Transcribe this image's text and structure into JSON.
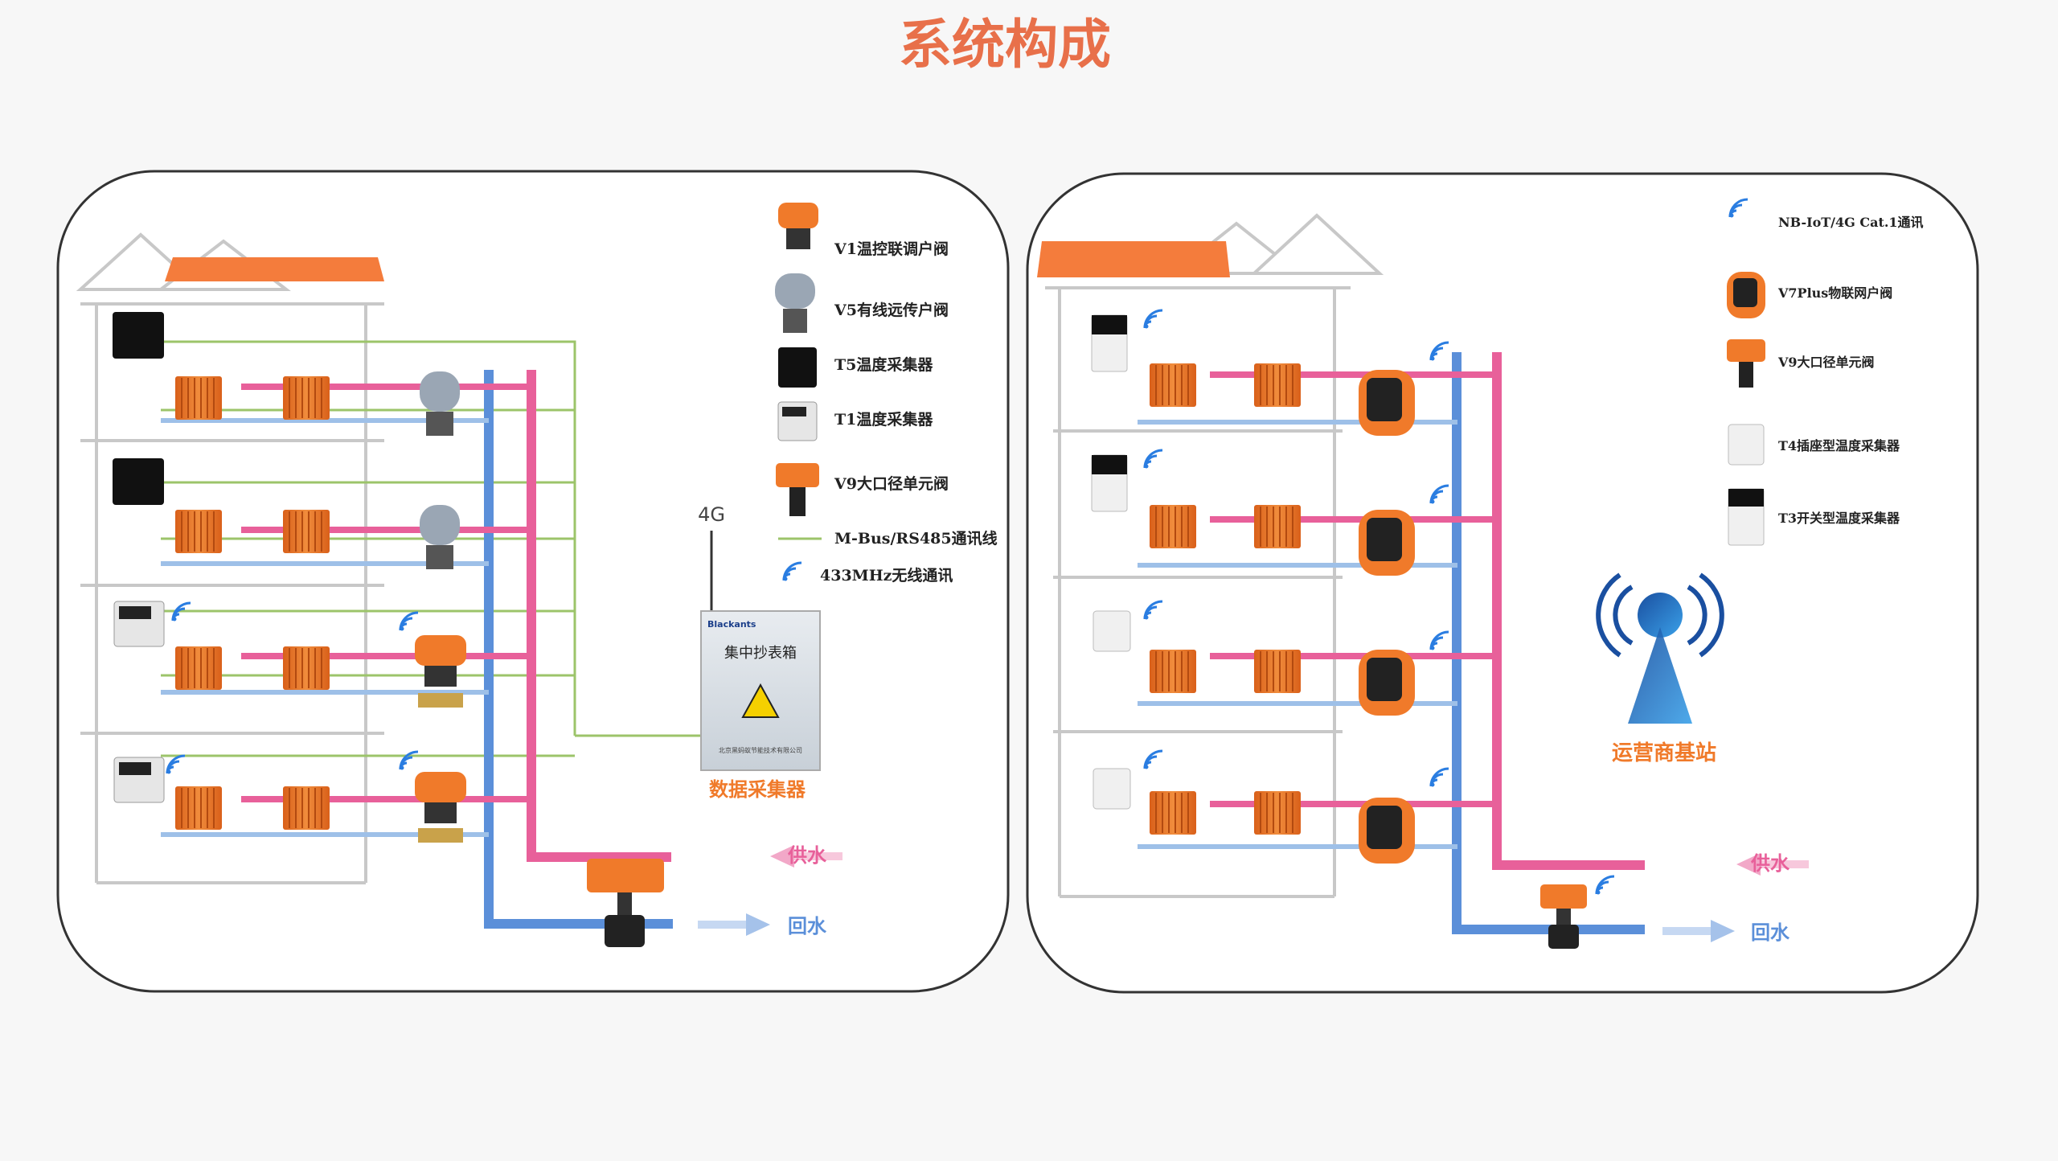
{
  "page": {
    "title": "系统构成"
  },
  "left_panel": {
    "legend": [
      {
        "label": "V1温控联调户阀",
        "icon": "v1-valve-icon"
      },
      {
        "label": "V5有线远传户阀",
        "icon": "v5-valve-icon"
      },
      {
        "label": "T5温度采集器",
        "icon": "t5-collector-icon"
      },
      {
        "label": "T1温度采集器",
        "icon": "t1-collector-icon"
      },
      {
        "label": "V9大口径单元阀",
        "icon": "v9-valve-icon"
      },
      {
        "label": "M-Bus/RS485通讯线",
        "icon": "green-line-icon"
      },
      {
        "label": "433MHz无线通讯",
        "icon": "wireless-icon"
      }
    ],
    "signal_label": "4G",
    "collector_box": {
      "brand": "Blackants",
      "name": "集中抄表箱",
      "footer": "北京黑蚂蚁节能技术有限公司",
      "caption": "数据采集器"
    },
    "supply_label": "供水",
    "return_label": "回水"
  },
  "right_panel": {
    "legend": [
      {
        "label": "NB-IoT/4G Cat.1通讯",
        "icon": "wireless-icon"
      },
      {
        "label": "V7Plus物联网户阀",
        "icon": "v7plus-valve-icon"
      },
      {
        "label": "V9大口径单元阀",
        "icon": "v9-valve-icon"
      },
      {
        "label": "T4插座型温度采集器",
        "icon": "t4-socket-icon"
      },
      {
        "label": "T3开关型温度采集器",
        "icon": "t3-switch-icon"
      }
    ],
    "tower_label": "运营商基站",
    "supply_label": "供水",
    "return_label": "回水"
  },
  "colors": {
    "title": "#e8704a",
    "supply": "#e8609a",
    "return": "#5b8fd9",
    "bus_line": "#9cc46a",
    "accent_orange": "#f07a2a",
    "radiator": "#e8782e",
    "roof": "#f47c3c"
  }
}
